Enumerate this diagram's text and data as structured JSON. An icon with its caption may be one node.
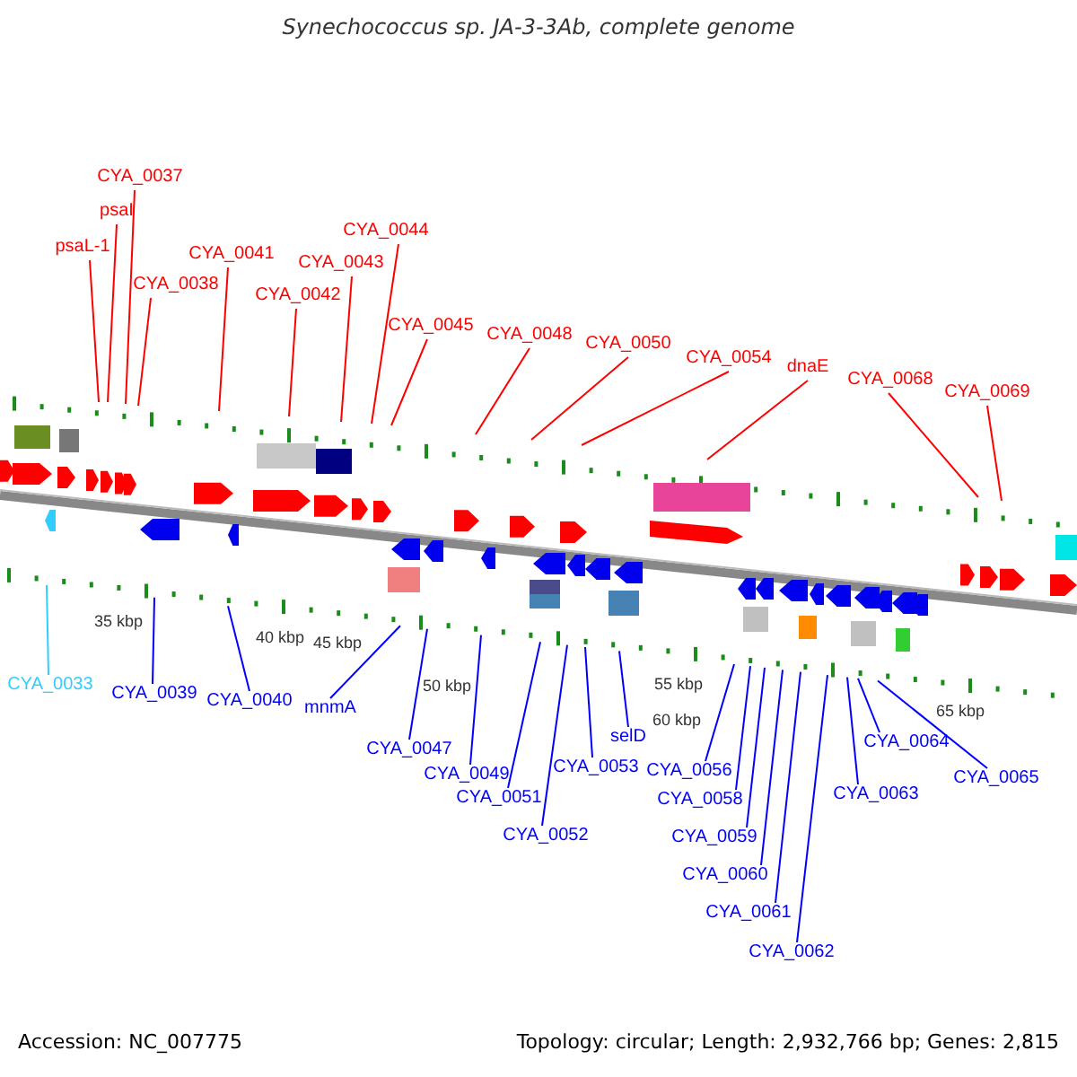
{
  "diagram": {
    "title": "Synechococcus sp. JA-3-3Ab, complete genome",
    "nodes": [
      {
        "text": [
          "CYA_0037"
        ]
      },
      {
        "text": [
          "psaI"
        ]
      },
      {
        "text": [
          "psaL-1"
        ]
      },
      {
        "text": [
          "CYA_0038"
        ]
      },
      {
        "text": [
          "CYA_0041"
        ]
      },
      {
        "text": [
          "CYA_0042"
        ]
      },
      {
        "text": [
          "CYA_0043"
        ]
      },
      {
        "text": [
          "CYA_0044"
        ]
      },
      {
        "text": [
          "CYA_0045"
        ]
      },
      {
        "text": [
          "CYA_0048"
        ]
      },
      {
        "text": [
          "CYA_0050"
        ]
      },
      {
        "text": [
          "CYA_0054"
        ]
      },
      {
        "text": [
          "dnaE"
        ]
      },
      {
        "text": [
          "CYA_0068"
        ]
      },
      {
        "text": [
          "CYA_0069"
        ]
      },
      {
        "text": [
          "CYA_0033"
        ]
      },
      {
        "text": [
          "CYA_0039"
        ]
      },
      {
        "text": [
          "CYA_0040"
        ]
      },
      {
        "text": [
          "mnmA"
        ]
      },
      {
        "text": [
          "CYA_0047"
        ]
      },
      {
        "text": [
          "CYA_0049"
        ]
      },
      {
        "text": [
          "CYA_0051"
        ]
      },
      {
        "text": [
          "CYA_0052"
        ]
      },
      {
        "text": [
          "CYA_0053"
        ]
      },
      {
        "text": [
          "selD"
        ]
      },
      {
        "text": [
          "CYA_0056"
        ]
      },
      {
        "text": [
          "CYA_0058"
        ]
      },
      {
        "text": [
          "CYA_0059"
        ]
      },
      {
        "text": [
          "CYA_0060"
        ]
      },
      {
        "text": [
          "CYA_0061"
        ]
      },
      {
        "text": [
          "CYA_0062"
        ]
      },
      {
        "text": [
          "CYA_0063"
        ]
      },
      {
        "text": [
          "CYA_0064"
        ]
      },
      {
        "text": [
          "CYA_0065"
        ]
      }
    ],
    "edges": [
      {
        "from": 0,
        "to": null,
        "arrow": "none",
        "color": "#ff0000"
      },
      {
        "from": 1,
        "to": null,
        "arrow": "none",
        "color": "#ff0000"
      },
      {
        "from": 2,
        "to": null,
        "arrow": "none",
        "color": "#ff0000"
      },
      {
        "from": 3,
        "to": null,
        "arrow": "none",
        "color": "#ff0000"
      },
      {
        "from": 4,
        "to": null,
        "arrow": "none",
        "color": "#ff0000"
      },
      {
        "from": 5,
        "to": null,
        "arrow": "none",
        "color": "#ff0000"
      },
      {
        "from": 6,
        "to": null,
        "arrow": "none",
        "color": "#ff0000"
      },
      {
        "from": 7,
        "to": null,
        "arrow": "none",
        "color": "#ff0000"
      },
      {
        "from": 8,
        "to": null,
        "arrow": "none",
        "color": "#ff0000"
      },
      {
        "from": 9,
        "to": null,
        "arrow": "none",
        "color": "#ff0000"
      },
      {
        "from": 10,
        "to": null,
        "arrow": "none",
        "color": "#ff0000"
      },
      {
        "from": 11,
        "to": null,
        "arrow": "none",
        "color": "#ff0000"
      },
      {
        "from": 12,
        "to": null,
        "arrow": "none",
        "color": "#ff0000"
      },
      {
        "from": 13,
        "to": null,
        "arrow": "none",
        "color": "#ff0000"
      },
      {
        "from": 14,
        "to": null,
        "arrow": "none",
        "color": "#ff0000"
      },
      {
        "from": 15,
        "to": null,
        "arrow": "none",
        "color": "#33ccff"
      },
      {
        "from": 16,
        "to": null,
        "arrow": "none"
      },
      {
        "from": 17,
        "to": null,
        "arrow": "none"
      },
      {
        "from": 18,
        "to": null,
        "arrow": "none"
      },
      {
        "from": 19,
        "to": null,
        "arrow": "none"
      },
      {
        "from": 20,
        "to": null,
        "arrow": "none"
      },
      {
        "from": 21,
        "to": null,
        "arrow": "none"
      },
      {
        "from": 22,
        "to": null,
        "arrow": "none"
      },
      {
        "from": 23,
        "to": null,
        "arrow": "none"
      },
      {
        "from": 24,
        "to": null,
        "arrow": "none"
      },
      {
        "from": 25,
        "to": null,
        "arrow": "none"
      },
      {
        "from": 26,
        "to": null,
        "arrow": "none"
      },
      {
        "from": 27,
        "to": null,
        "arrow": "none"
      },
      {
        "from": 28,
        "to": null,
        "arrow": "none"
      },
      {
        "from": 29,
        "to": null,
        "arrow": "none"
      },
      {
        "from": 30,
        "to": null,
        "arrow": "none"
      },
      {
        "from": 31,
        "to": null,
        "arrow": "none"
      },
      {
        "from": 32,
        "to": null,
        "arrow": "none"
      },
      {
        "from": 33,
        "to": null,
        "arrow": "none"
      }
    ],
    "labels": [
      "35 kbp",
      "40 kbp",
      "45 kbp",
      "50 kbp",
      "55 kbp",
      "60 kbp",
      "65 kbp",
      "Accession: NC_007775",
      "Topology: circular; Length: 2,932,766 bp; Genes: 2,815"
    ]
  }
}
